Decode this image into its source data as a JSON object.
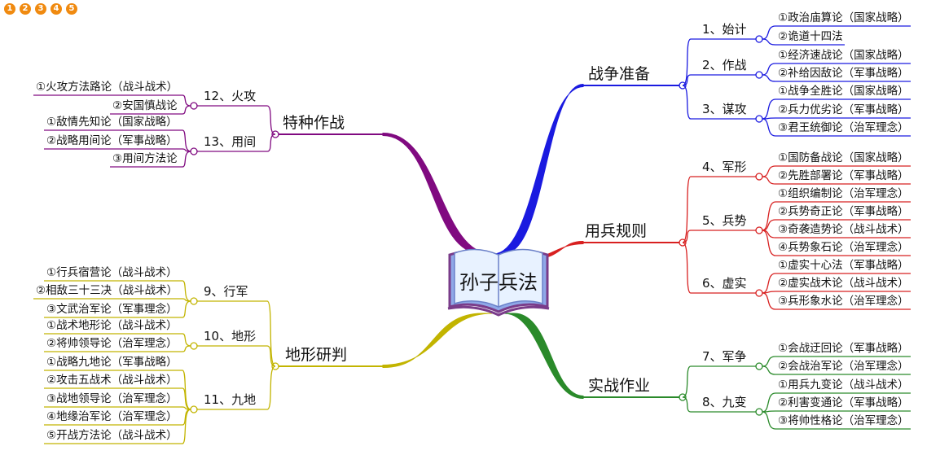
{
  "title": "孙子兵法",
  "branches": [
    {
      "label": "战争准备",
      "badge": "1",
      "color": "#1a1ae0",
      "subs": [
        {
          "label": "1、始计",
          "leaves": [
            "①政治庙算论（国家战略）",
            "②诡道十四法"
          ]
        },
        {
          "label": "2、作战",
          "leaves": [
            "①经济速战论（国家战略）",
            "②补给因敌论（军事战略）"
          ]
        },
        {
          "label": "3、谋攻",
          "leaves": [
            "①战争全胜论（国家战略）",
            "②兵力优劣论（军事战略）",
            "③君王统御论（治军理念）"
          ]
        }
      ]
    },
    {
      "label": "用兵规则",
      "badge": "2",
      "color": "#d82020",
      "subs": [
        {
          "label": "4、军形",
          "leaves": [
            "①国防备战论（国家战略）",
            "②先胜部署论（军事战略）"
          ]
        },
        {
          "label": "5、兵势",
          "leaves": [
            "①组织编制论（治军理念）",
            "②兵势奇正论（军事战略）",
            "③奇袭造势论（战斗战术）",
            "④兵势象石论（治军理念）"
          ]
        },
        {
          "label": "6、虚实",
          "leaves": [
            "①虚实十心法（军事战略）",
            "②虚实战术论（战斗战术）",
            "③兵形象水论（治军理念）"
          ]
        }
      ]
    },
    {
      "label": "实战作业",
      "badge": "3",
      "color": "#2a8a2a",
      "subs": [
        {
          "label": "7、军争",
          "leaves": [
            "①会战迂回论（军事战略）",
            "②会战治军论（治军理念）"
          ]
        },
        {
          "label": "8、九变",
          "leaves": [
            "①用兵九变论（战斗战术）",
            "②利害变通论（军事战略）",
            "③将帅性格论（治军理念）"
          ]
        }
      ]
    },
    {
      "label": "地形研判",
      "badge": "4",
      "color": "#c2b400",
      "subs": [
        {
          "label": "9、行军",
          "leaves": [
            "①行兵宿营论（战斗战术）",
            "②相敌三十三决（战斗战术）",
            "③文武治军论（军事理念）"
          ]
        },
        {
          "label": "10、地形",
          "leaves": [
            "①战术地形论（战斗战术）",
            "②将帅领导论（治军理念）"
          ]
        },
        {
          "label": "11、九地",
          "leaves": [
            "①战略九地论（军事战略）",
            "②攻击五战术（战斗战术）",
            "③战地领导论（治军理念）",
            "④地缘治军论（治军理念）",
            "⑤开战方法论（战斗战术）"
          ]
        }
      ]
    },
    {
      "label": "特种作战",
      "badge": "5",
      "color": "#800a80",
      "subs": [
        {
          "label": "12、火攻",
          "leaves": [
            "①火攻方法路论（战斗战术）",
            "②安国慎战论"
          ]
        },
        {
          "label": "13、用间",
          "leaves": [
            "①敌情先知论（国家战略）",
            "②战略用间论（军事战略）",
            "③用间方法论"
          ]
        }
      ]
    }
  ]
}
